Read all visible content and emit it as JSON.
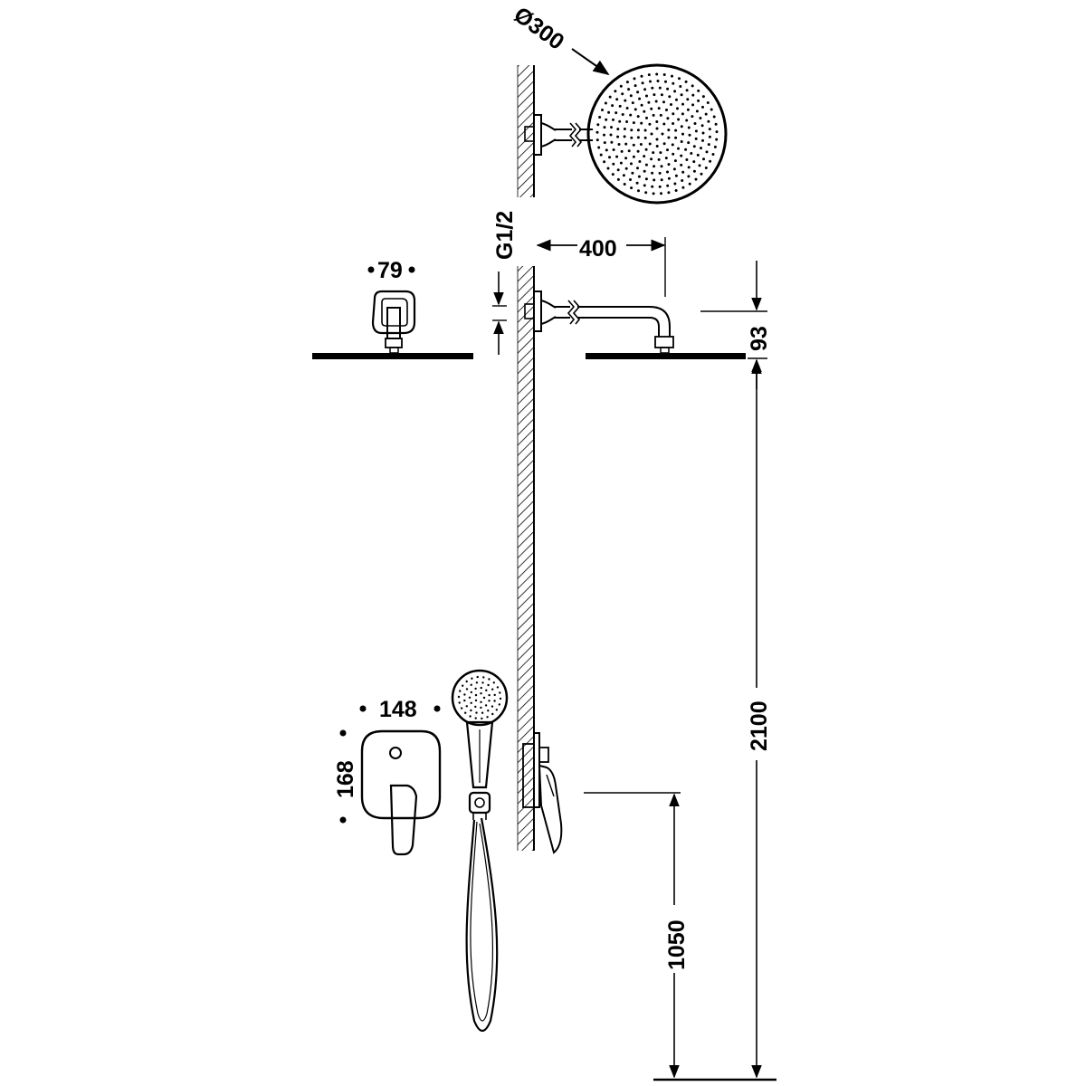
{
  "dimensions": {
    "head_diameter": "Ø300",
    "arm_length": "400",
    "thread": "G1/2",
    "head_connector": "79",
    "head_drop": "93",
    "mixer_width": "148",
    "mixer_height": "168",
    "head_height": "2100",
    "mixer_height_from_floor": "1050"
  },
  "components": {
    "shower_head": "round-shower-head",
    "wall_arm": "wall-shower-arm",
    "mixer": "concealed-mixer",
    "hand_shower": "hand-shower"
  }
}
